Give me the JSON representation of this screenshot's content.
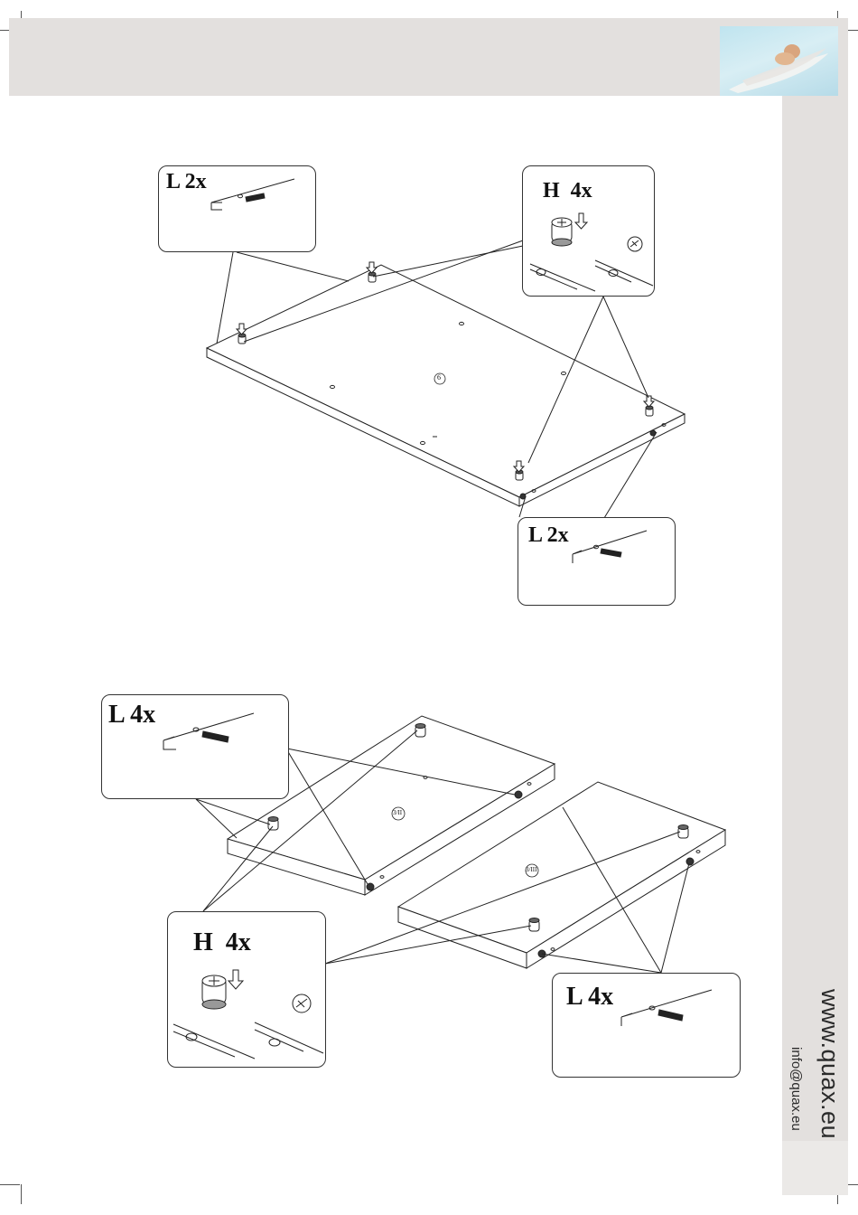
{
  "header": {
    "logo_alt": "angel-logo"
  },
  "sidebar": {
    "website": "www.quax.eu",
    "email": "info@quax.eu"
  },
  "step_top": {
    "panel_number": "6",
    "callout_left": "L 2x",
    "callout_hardware": "H  4x",
    "callout_right": "L 2x"
  },
  "step_bottom": {
    "panel_left_number": "3/II",
    "panel_right_number": "3/III",
    "callout_left": "L 4x",
    "callout_hardware": "H  4x",
    "callout_right": "L 4x"
  },
  "icons": [
    "dowel-icon",
    "cam-lock-icon",
    "arrow-down-icon",
    "screwdriver-turn-icon"
  ]
}
